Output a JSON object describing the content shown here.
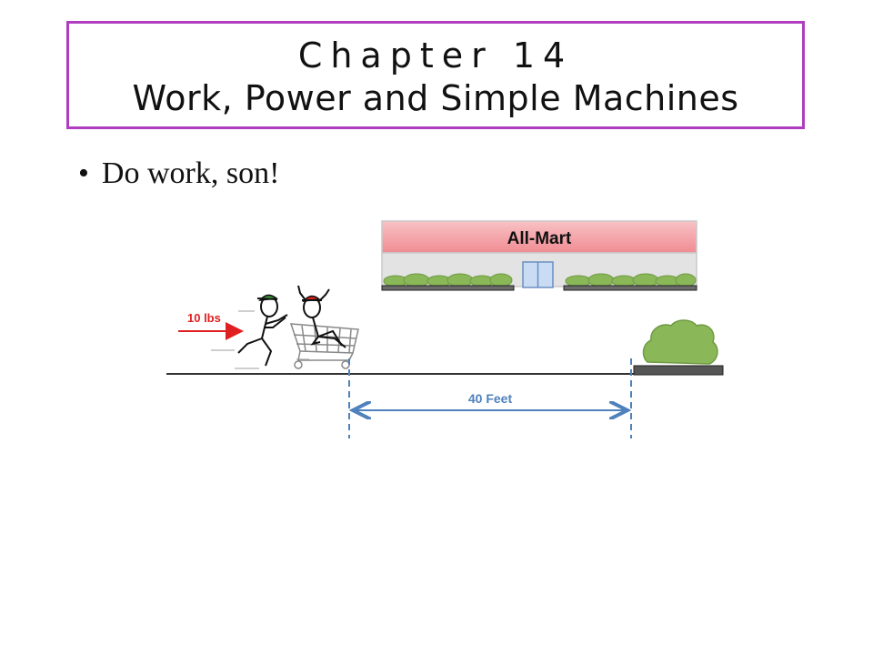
{
  "slide": {
    "title_line1": "Chapter 14",
    "title_line2": "Work, Power and Simple Machines",
    "bullet_text": "Do work, son!",
    "title_border_color": "#b03cc0"
  },
  "illustration": {
    "store_sign": "All-Mart",
    "force_label": "10 lbs",
    "distance_label": "40 Feet",
    "colors": {
      "store_sign_fill": "#f4a0a6",
      "force_arrow": "#e02020",
      "distance_arrow": "#4f81bd",
      "bush": "#8ab858",
      "hat_green": "#3a9a3a",
      "hat_red": "#d02020"
    }
  }
}
